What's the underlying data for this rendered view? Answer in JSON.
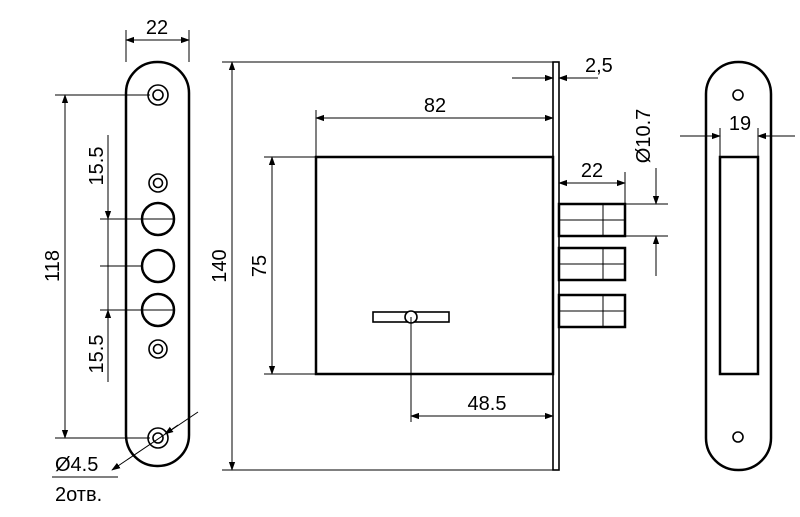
{
  "dimensions": {
    "faceplate_width": "22",
    "overall_hole_spacing": "118",
    "upper_hole_spacing": "15.5",
    "lower_hole_spacing": "15.5",
    "mount_hole_diameter": "Ø4.5",
    "mount_hole_count": "2отв.",
    "overall_height": "140",
    "body_height": "75",
    "body_depth": "82",
    "plate_thickness": "2,5",
    "bolt_throw": "22",
    "bolt_diameter": "Ø10.7",
    "backset": "48.5",
    "strike_width": "19"
  },
  "colors": {
    "line": "#000000",
    "background": "#ffffff"
  }
}
